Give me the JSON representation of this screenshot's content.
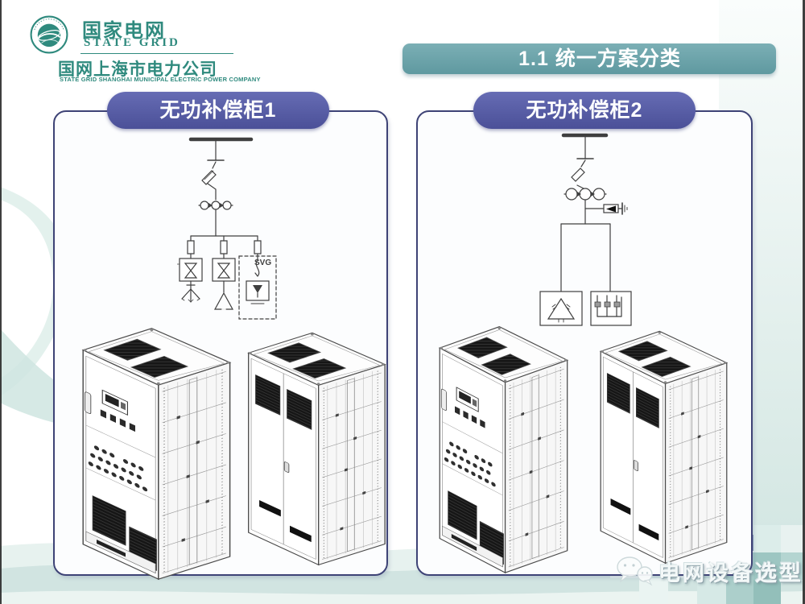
{
  "header": {
    "logo": {
      "brand_cn": "国家电网",
      "brand_en": "STATE GRID",
      "company_cn": "国网上海市电力公司",
      "company_en": "STATE GRID SHANGHAI MUNICIPAL ELECTRIC POWER COMPANY"
    },
    "title_banner": "1.1 统一方案分类"
  },
  "panels": [
    {
      "header": "无功补偿柜1",
      "diagram": {
        "svg_box_label": "SVG"
      }
    },
    {
      "header": "无功补偿柜2"
    }
  ],
  "watermark": {
    "text": "电网设备选型"
  },
  "colors": {
    "logo_teal": "#2f8a7e",
    "banner_teal": "#68a3a9",
    "pill_indigo": "#565ba8",
    "panel_border": "#3e4376",
    "wave_teal_light": "#e7f2ef",
    "wave_teal": "#cfe3df",
    "mosaic_blue_gray": "#8196b6",
    "drawing_ink": "#3f3f3f"
  }
}
